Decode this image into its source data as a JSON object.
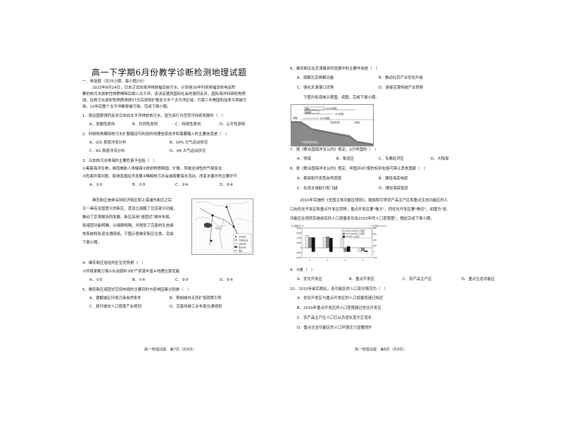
{
  "left": {
    "title": "高一下学期6月份教学诊断检测地理试题",
    "section": "一、单选题（共25小题，每小题2分）",
    "intro": [
      "2023年8月24日，日本正式向海洋排放福岛核污水，计划用30年时间将福岛核电站积",
      "累的核污水放射性物质稀释后倒入太平洋。该决定遭到国际社会的强烈反对。国际海洋科研机构预",
      "测，在核污水放射性物质排放57天后就将扩散至大半个太平洋区域，只需三年美国和加拿大将被污",
      "染，10年后整个太平洋都将被污染。完成下面小题。"
    ],
    "q1": {
      "stem": "1．周边国家强烈反对日本向太平洋排放核污水，因为该行为违背可持续发展的（　）",
      "opts": [
        "A．发展性原则",
        "B．共同性原则",
        "C．持续性原则",
        "D．公平性原则"
      ]
    },
    "q2": {
      "stem": "2．科研机构模拟核污水扩散路径可利用的地理信息技术和需要输入的主要信息是（　）",
      "opts": [
        "A．GIS 表层洋流分布",
        "B．GPS 大气运动状况",
        "C．RS 表层洋流分布",
        "D．VR 大气运动状况"
      ]
    },
    "q3": {
      "stem": "3．日本核污水排海的主要危害不包括（　）",
      "items": [
        "①毒害海洋生物，继而威胁人类健康②放射物质跨国、扩散，导致全球性的气候变化",
        "③危害环境问题，影响各国经济发展④稀释核污水会减弱要海水流动，改变水循环的主要环节"
      ],
      "opts": [
        "A．①②",
        "B．①③",
        "C．②④",
        "D．③④"
      ]
    },
    "passage": [
      "雄安新区是继深圳经济特区和上海浦东新区之后",
      "又一具有全国意义的新区，其设立疏解了北京部分功能，",
      "推动了京津冀协同发展。新区采用\"组团式\"城市布局，",
      "各组团功能明确，以绿廊相隔，并规划了完善的生态绿",
      "地系统和轨道交通网络。下图示意雄安新区位置。完成",
      "下面小题。"
    ],
    "map_legend": [
      "大中城市",
      "京港澳高速",
      "高速公路",
      "雄安新区",
      "湖泊"
    ],
    "q4": {
      "stem": "4．雄安新区选址的区位优势是（　）",
      "items": [
        "①环境承载力强②水运便利③矿产资源丰富④地理位置优越"
      ],
      "opts": [
        "A．①②",
        "B．①④",
        "C．②③",
        "D．③④"
      ]
    },
    "q5": {
      "stem": "5．雄安新区组团式空间布局的主要目的与影响因素分别是（　）",
      "opts": [
        "A．缓解城区环境污染自然条件",
        "B．限制城市无序扩张政策引导",
        "C．提升城市人口密度产业规划",
        "D．完善传统工业布局交通规划"
      ]
    },
    "footer": "高一地理试题　第7页（共8页）"
  },
  "right": {
    "q6": {
      "stem": "6．雄安新区在京津冀协同发展中的主要作用是（　）",
      "opts": [
        "A．疏解北京首都功能",
        "B．推动北京产业优化升级",
        "C．强化天津港口优势",
        "D．承接京津传统产业转移"
      ]
    },
    "chart_intro": "下图为各海域示意图。读图，完成下面小题。",
    "sea": {
      "labels": [
        "领海",
        "毗连区",
        "专属经济区",
        "大陆架",
        "甲国",
        "大陆架海床和底土"
      ],
      "marks": [
        "d(200海里)",
        "c(12海里)",
        "b(12海里)"
      ]
    },
    "q7": {
      "stem": "7．按《联合国海洋法公约》规定，d为甲国的（　）",
      "opts": [
        "A．领海",
        "B．毗连区",
        "C．专属经济区",
        "D．大陆架"
      ]
    },
    "q8": {
      "stem": "8．按《联合国海洋法公约》规定，甲国对d行使的权利包括可禁止其他国家（　）",
      "opts": [
        "A．勘探和开发其自然资源",
        "B．铺设海底电缆",
        "C．在该水域航行和飞越",
        "D．铺设海底管道"
      ]
    },
    "passage": [
      "2010年实施的《全国主体功能区规划》，鼓励和引导农产品主产区和重点生态功能区的人",
      "口向优化开发区和重点开发区转移，重点开发区要\"做大\"，而优化开发区要\"做优\"。如图为\"各",
      "功能区在规划实施前后的人口增量变化及2020年的人口密度图\"，据此完成下面小题。"
    ],
    "q9": {
      "stem": "9．③是（　）",
      "opts": [
        "A．优化开发区",
        "B．重点开发区",
        "C．农产品主产区",
        "D．重点生态功能区"
      ]
    },
    "q10": {
      "stem": "10．2010年前后相比，各功能区的人口变化情况为（　）",
      "opts": [
        "A．优化开发区与重点开发区的人口增量增速已相近",
        "B．2020年重点开发区的人口密度超过优化开发区",
        "C．农产品主产区人口已从负增长变为正增长",
        "D．重点生态功能区的人口环境压力显著提升"
      ]
    },
    "footer": "高一地理试题　第8页（共8页）"
  },
  "chart_data": {
    "type": "bar",
    "categories": [
      "①",
      "②",
      "③",
      "④"
    ],
    "series": [
      {
        "name": "2000-2010年人口增量",
        "values": [
          5000,
          4200,
          3800,
          -1500
        ]
      },
      {
        "name": "2010-2020年人口增量",
        "values": [
          4200,
          4500,
          -1600,
          -1300
        ]
      },
      {
        "name": "2020年人口密度",
        "values": [
          480,
          460,
          180,
          30
        ]
      }
    ],
    "ylabel": "人口增量(万人)",
    "y2label": "人口密度(人/km²)",
    "ylim": [
      -4000,
      8000
    ],
    "y2lim": [
      -200,
      800
    ],
    "yticks": [
      "8000",
      "6000",
      "4000",
      "2000",
      "0",
      "-2000",
      "-4000"
    ],
    "y2ticks": [
      "800",
      "600",
      "400",
      "200",
      "0",
      "-200"
    ]
  }
}
